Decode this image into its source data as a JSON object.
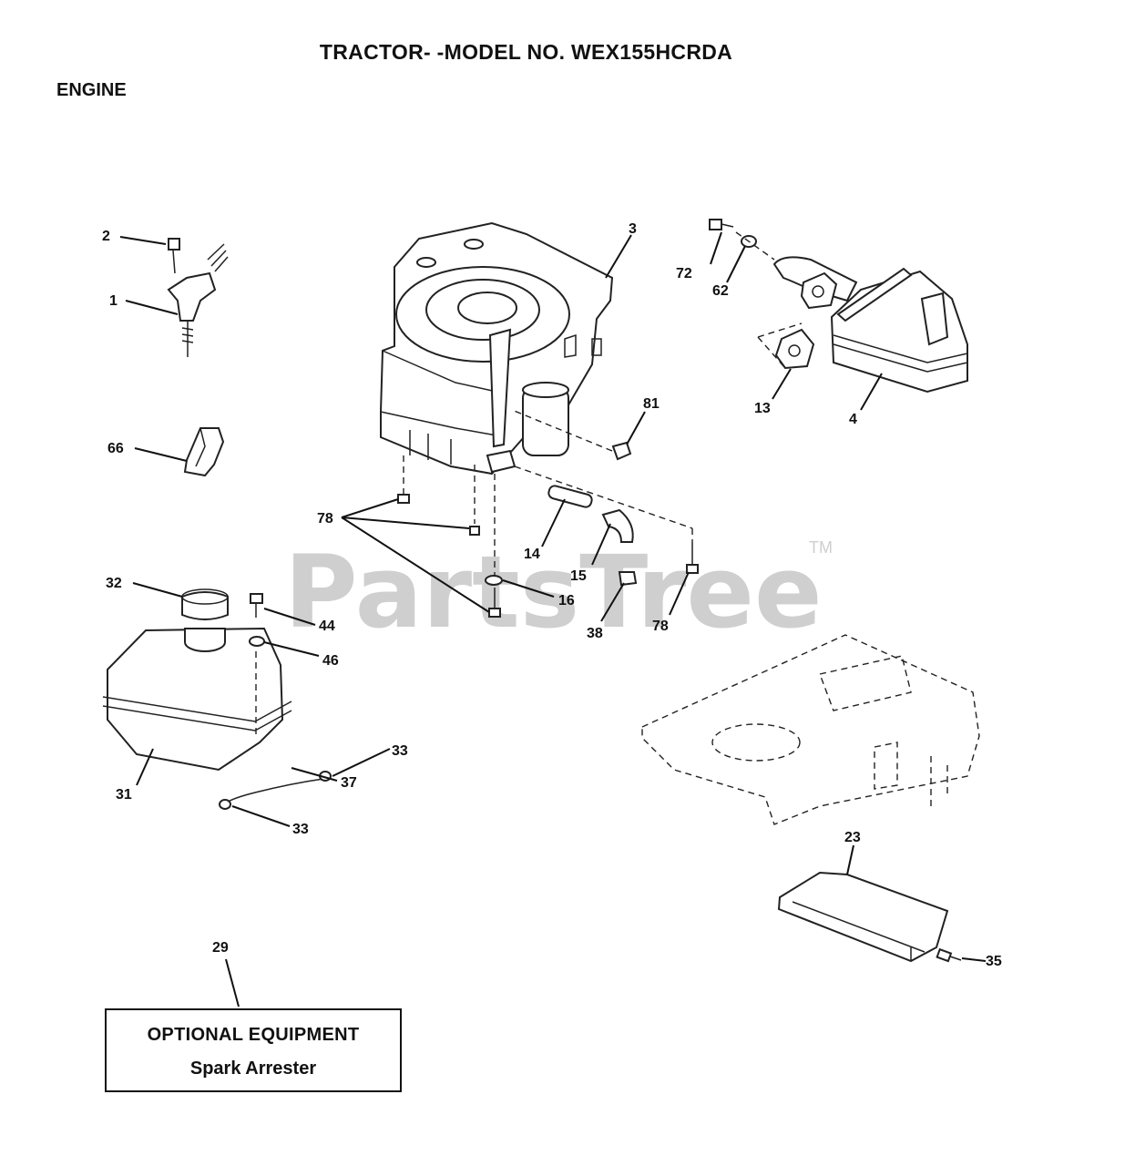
{
  "header": {
    "title": "TRACTOR- -MODEL NO. WEX155HCRDA",
    "section": "ENGINE"
  },
  "watermark": {
    "text": "PartsTree",
    "trademark": "TM"
  },
  "callouts": {
    "c1": "1",
    "c2": "2",
    "c3": "3",
    "c4": "4",
    "c13": "13",
    "c14": "14",
    "c15": "15",
    "c16": "16",
    "c23": "23",
    "c29": "29",
    "c31": "31",
    "c32": "32",
    "c33a": "33",
    "c33b": "33",
    "c35": "35",
    "c37": "37",
    "c38": "38",
    "c44": "44",
    "c46": "46",
    "c62": "62",
    "c66": "66",
    "c72": "72",
    "c78a": "78",
    "c78b": "78",
    "c81": "81"
  },
  "optional_box": {
    "heading": "OPTIONAL EQUIPMENT",
    "item": "Spark Arrester"
  }
}
